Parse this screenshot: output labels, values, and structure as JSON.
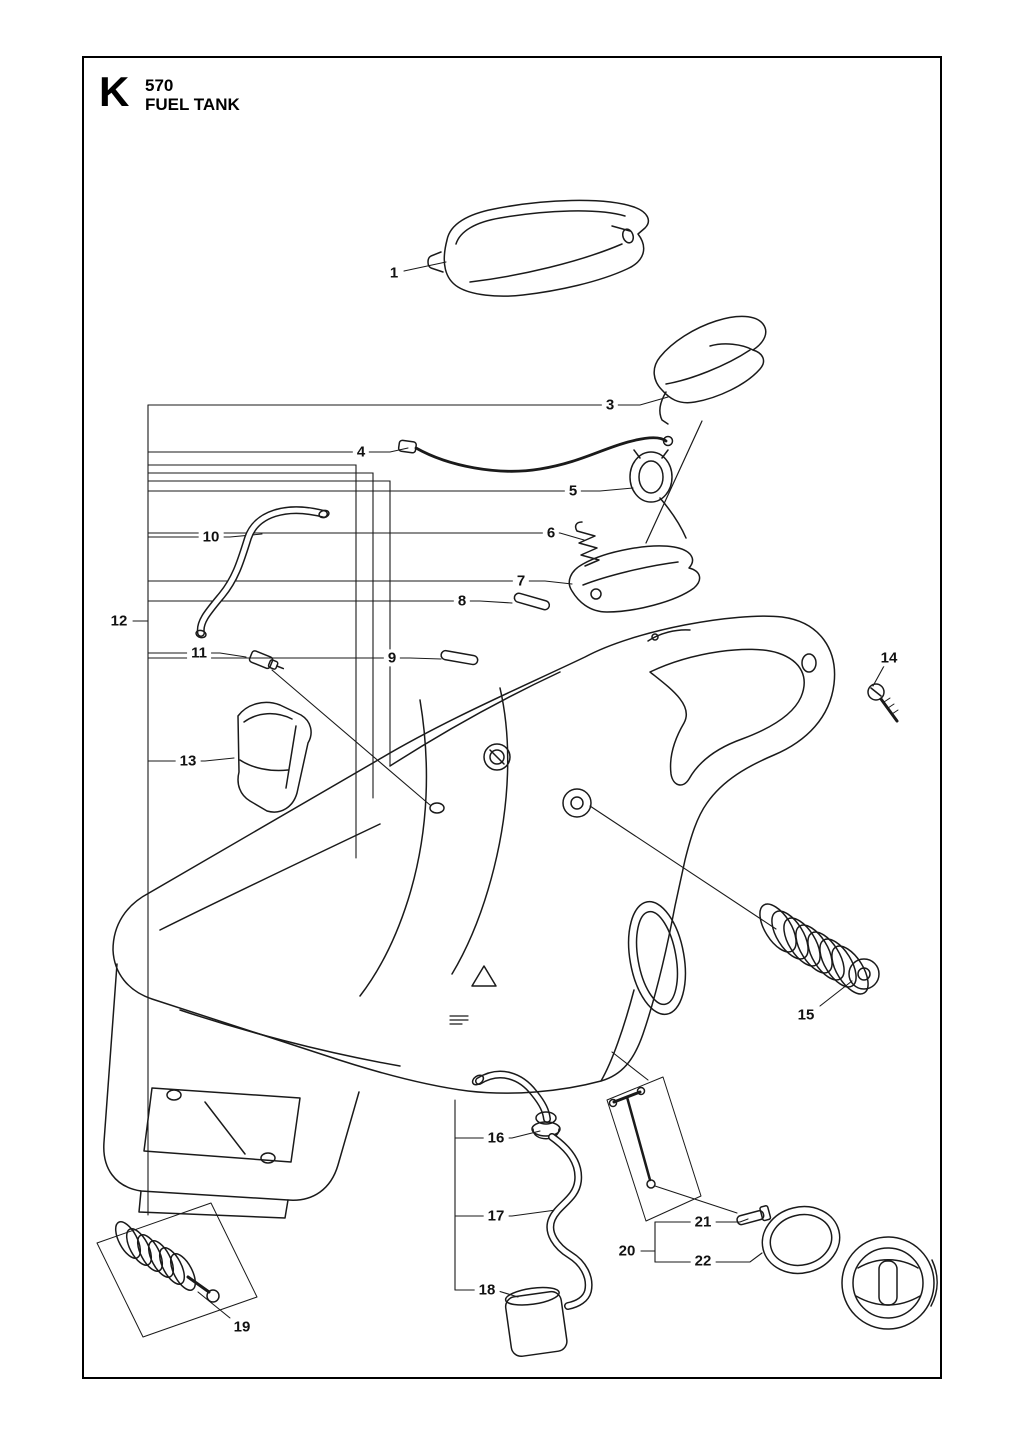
{
  "colors": {
    "background": "#ffffff",
    "line": "#1a1a1a"
  },
  "header": {
    "section_letter": "K",
    "model": "570",
    "title": "FUEL TANK"
  },
  "labels": {
    "p1": "1",
    "p3": "3",
    "p4": "4",
    "p5": "5",
    "p6": "6",
    "p7": "7",
    "p8": "8",
    "p9": "9",
    "p10": "10",
    "p11": "11",
    "p12": "12",
    "p13": "13",
    "p14": "14",
    "p15": "15",
    "p16": "16",
    "p17": "17",
    "p18": "18",
    "p19": "19",
    "p20": "20",
    "p21": "21",
    "p22": "22"
  }
}
